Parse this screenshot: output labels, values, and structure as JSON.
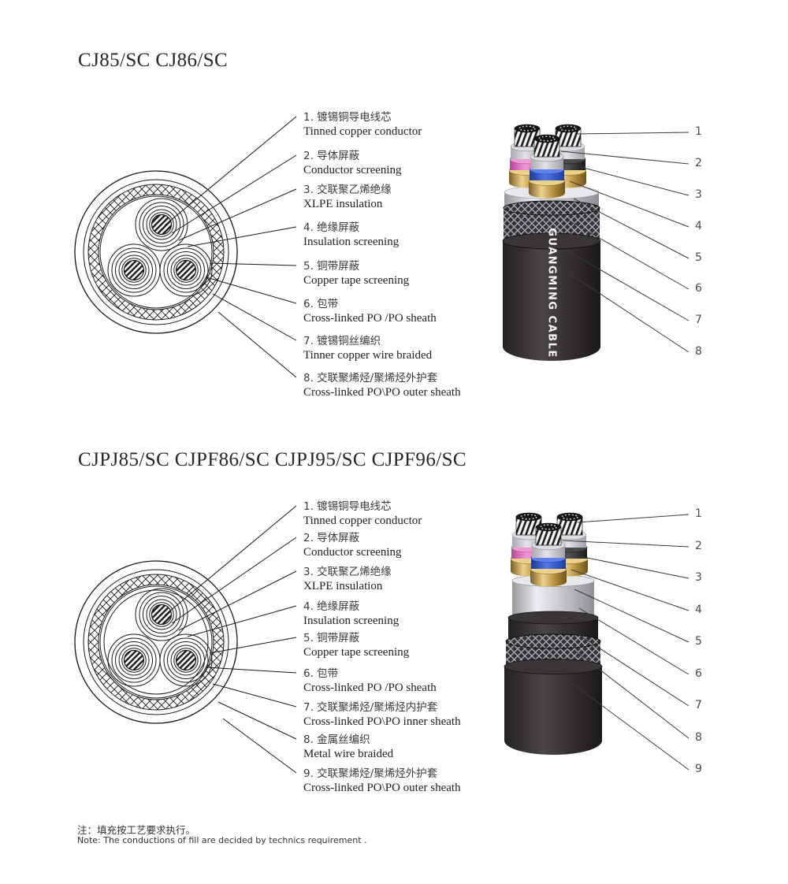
{
  "page": {
    "note": {
      "zh": "注：填充按工艺要求执行。",
      "en": "Note: The conductions of fill are decided by technics requirement ."
    },
    "brand_text": "GUANGMING CABLE",
    "colors": {
      "core_ring_pink": "#d05fb5",
      "core_ring_blue": "#2e4fc0",
      "core_ring_black": "#1f1f1f",
      "copper_tape_gold": "#c8a050",
      "binding_tape_silver": "#c9cacf",
      "sheath_black": "#2b2829",
      "line_art": "#1a1a1a"
    }
  },
  "sections": [
    {
      "title": "CJ85/SC CJ86/SC",
      "labels": [
        {
          "zh": "1. 镀锡铜导电线芯",
          "en": "Tinned copper conductor"
        },
        {
          "zh": "2. 导体屏蔽",
          "en": "Conductor screening"
        },
        {
          "zh": "3. 交联聚乙烯绝缘",
          "en": "XLPE insulation"
        },
        {
          "zh": "4. 绝缘屏蔽",
          "en": "Insulation screening"
        },
        {
          "zh": "5. 铜带屏蔽",
          "en": "Copper tape screening"
        },
        {
          "zh": "6. 包带",
          "en": "Cross-linked PO /PO sheath"
        },
        {
          "zh": "7. 镀锡铜丝编织",
          "en": "Tinner copper wire braided"
        },
        {
          "zh": "8. 交联聚烯烃/聚烯烃外护套",
          "en": "Cross-linked PO\\PO outer sheath"
        }
      ],
      "callouts": [
        "1",
        "2",
        "3",
        "4",
        "5",
        "6",
        "7",
        "8"
      ]
    },
    {
      "title": "CJPJ85/SC CJPF86/SC CJPJ95/SC CJPF96/SC",
      "labels": [
        {
          "zh": "1. 镀锡铜导电线芯",
          "en": "Tinned copper conductor"
        },
        {
          "zh": "2. 导体屏蔽",
          "en": "Conductor screening"
        },
        {
          "zh": "3. 交联聚乙烯绝缘",
          "en": "XLPE insulation"
        },
        {
          "zh": "4. 绝缘屏蔽",
          "en": "Insulation screening"
        },
        {
          "zh": "5. 铜带屏蔽",
          "en": "Copper tape screening"
        },
        {
          "zh": "6. 包带",
          "en": "Cross-linked PO /PO sheath"
        },
        {
          "zh": "7. 交联聚烯烃/聚烯烃内护套",
          "en": "Cross-linked PO\\PO inner sheath"
        },
        {
          "zh": "8. 金属丝编织",
          "en": "Metal wire braided"
        },
        {
          "zh": "9. 交联聚烯烃/聚烯烃外护套",
          "en": "Cross-linked PO\\PO outer sheath"
        }
      ],
      "callouts": [
        "1",
        "2",
        "3",
        "4",
        "5",
        "6",
        "7",
        "8",
        "9"
      ]
    }
  ]
}
